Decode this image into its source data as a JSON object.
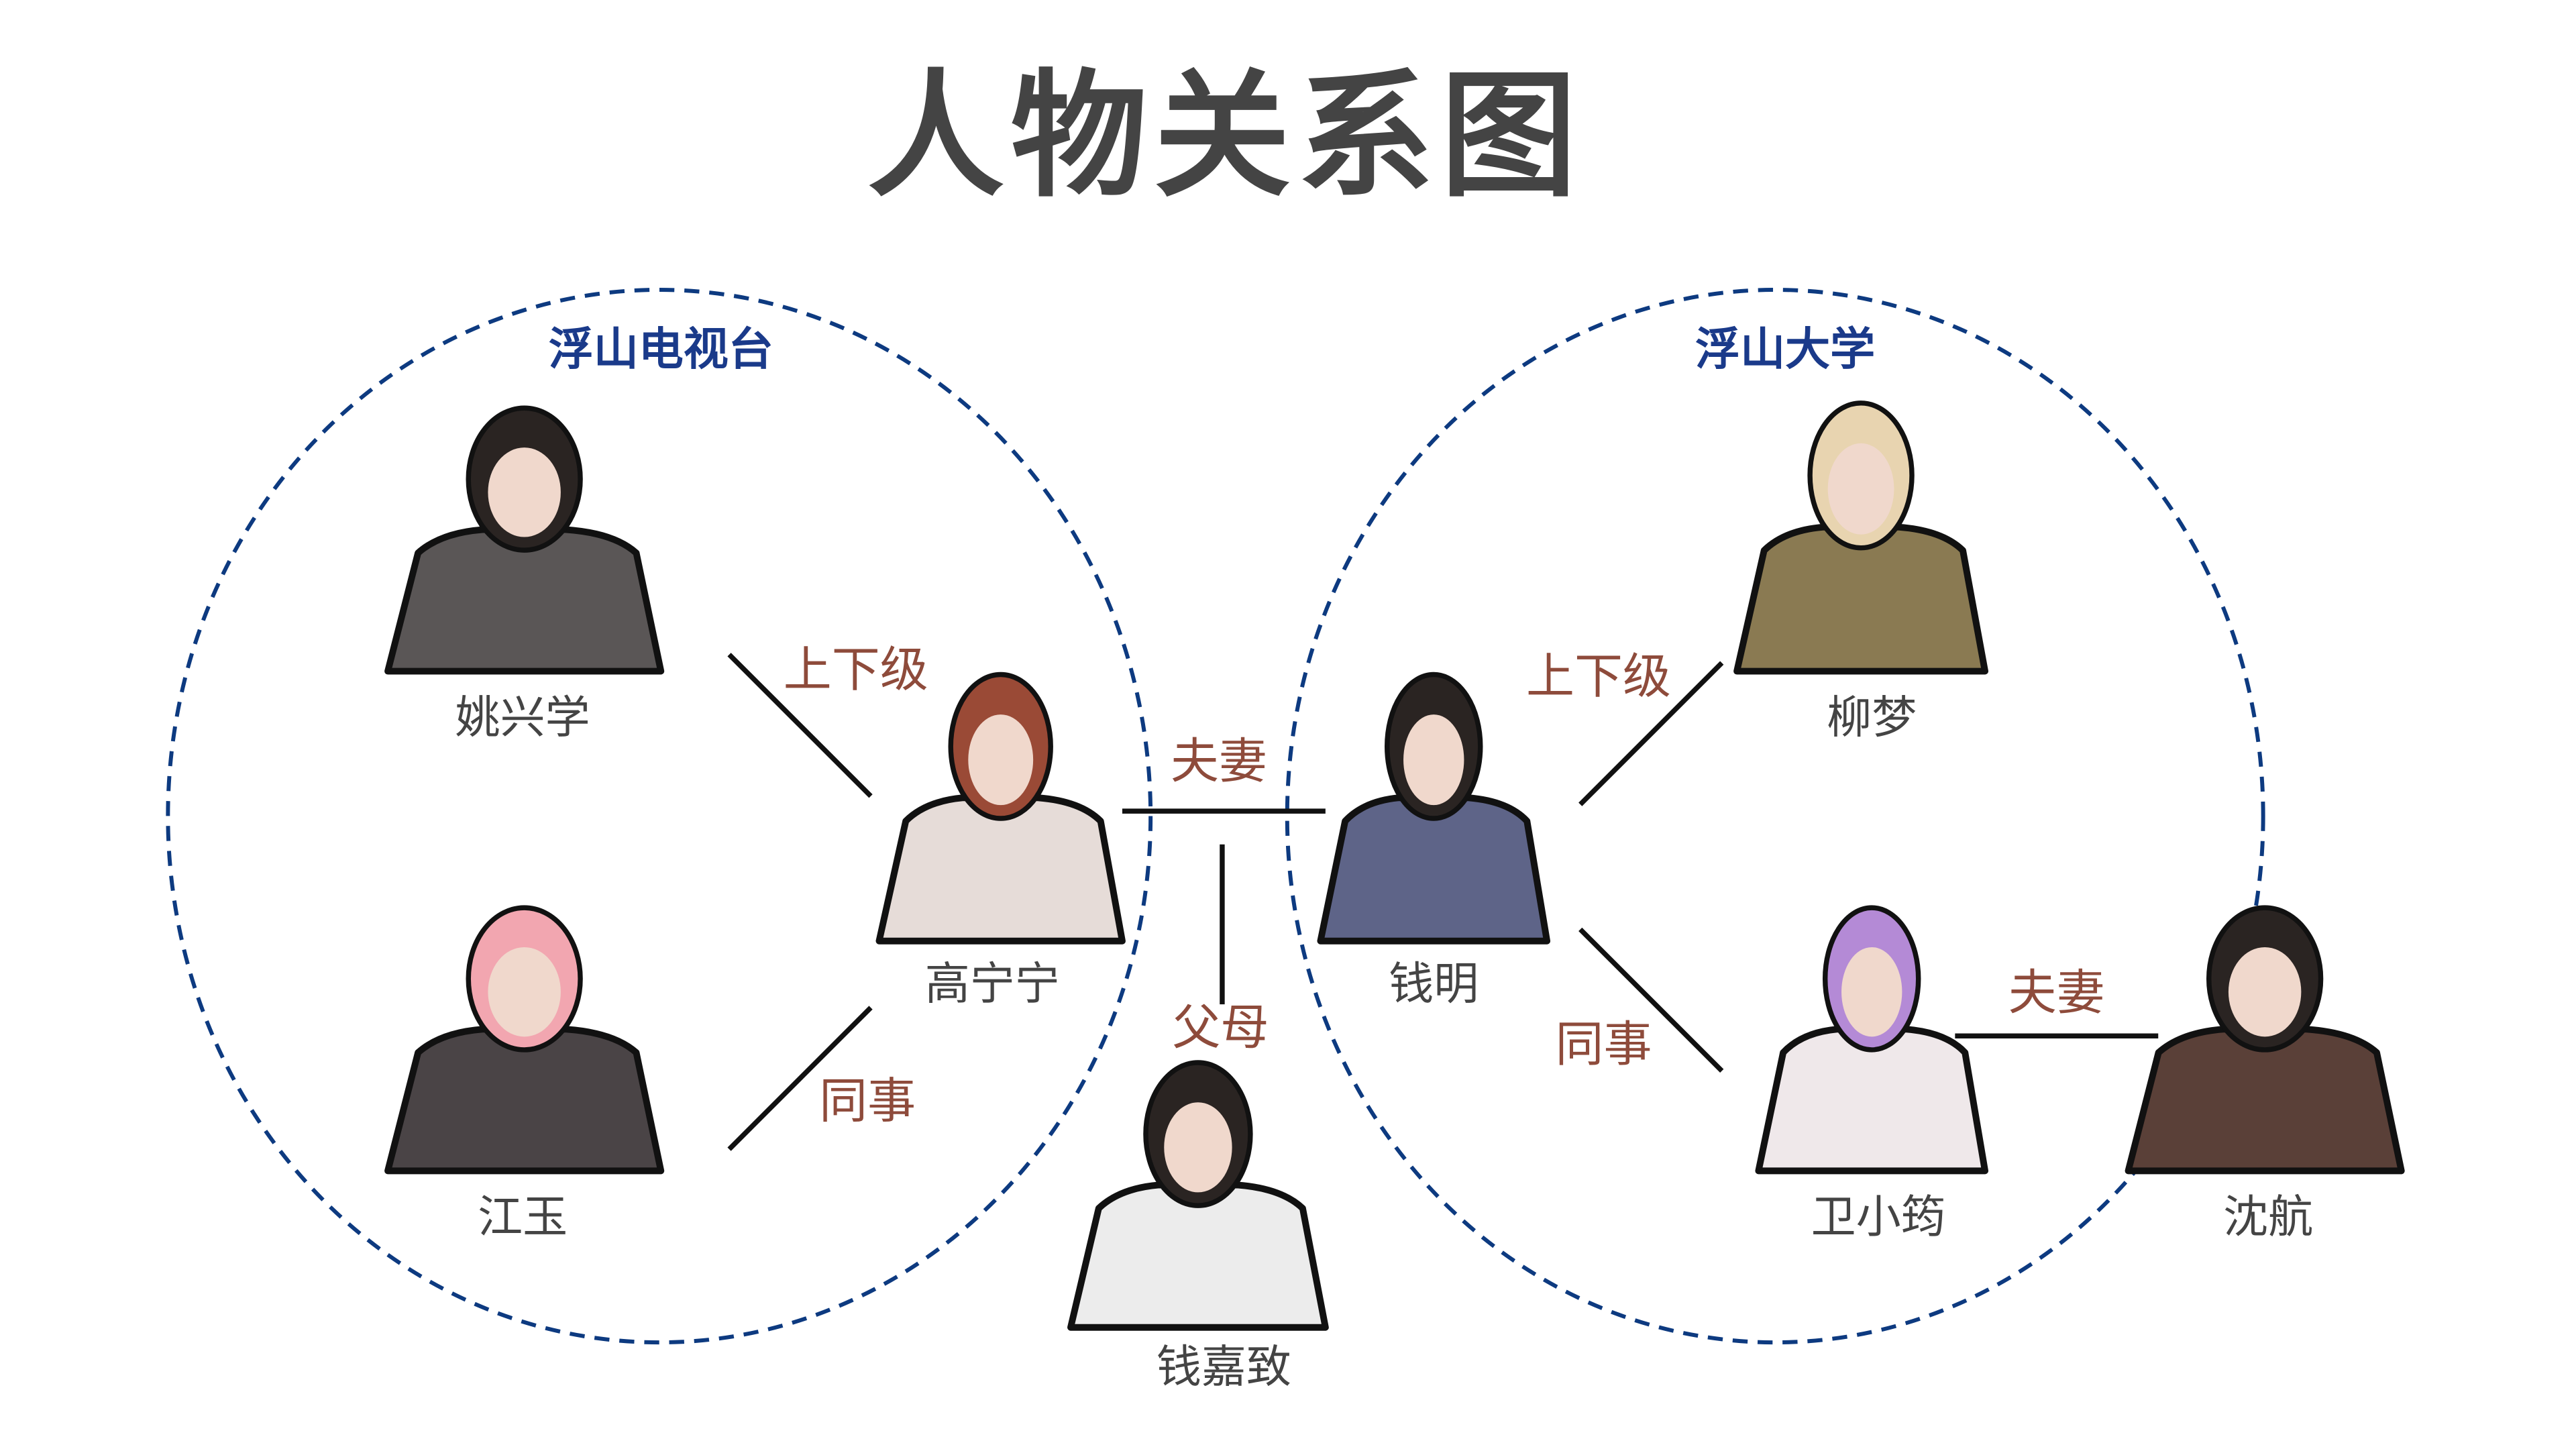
{
  "title": "人物关系图",
  "groups": {
    "tv_station": "浮山电视台",
    "university": "浮山大学"
  },
  "people": {
    "yao_xingxue": {
      "name": "姚兴学",
      "color": "#5a5656",
      "hair": "#2a2422"
    },
    "jiang_yu": {
      "name": "江玉",
      "color": "#4a4446",
      "hair": "#f2a6b0"
    },
    "gao_ningning": {
      "name": "高宁宁",
      "color": "#e6dcd8",
      "hair": "#9a4a36"
    },
    "qian_ming": {
      "name": "钱明",
      "color": "#5e6488",
      "hair": "#2a2422"
    },
    "liu_meng": {
      "name": "柳梦",
      "color": "#8a7a52",
      "hair": "#e8d4b0"
    },
    "wei_xiaoyun": {
      "name": "卫小筠",
      "color": "#efe8ea",
      "hair": "#b48ad6"
    },
    "shen_hang": {
      "name": "沈航",
      "color": "#5a4038",
      "hair": "#2a2422"
    },
    "qian_jiazhi": {
      "name": "钱嘉致",
      "color": "#ececec",
      "hair": "#2a2422"
    }
  },
  "relations": {
    "yao_gao": "上下级",
    "jiang_gao": "同事",
    "gao_qian": "夫妻",
    "parents": "父母",
    "qian_liu": "上下级",
    "qian_wei": "同事",
    "wei_shen": "夫妻"
  },
  "colors": {
    "ring": "#0d3a80",
    "relation": "#8e4b3b",
    "name": "#444444"
  }
}
